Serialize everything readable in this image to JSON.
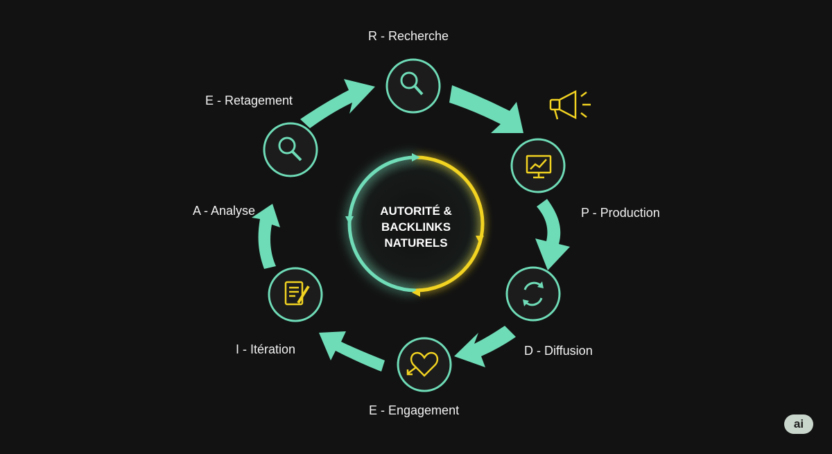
{
  "diagram": {
    "center_title": [
      "AUTORITÉ &",
      "BACKLINKS",
      "NATURELS"
    ],
    "stages": [
      {
        "label": "R - Recherche",
        "icon": "magnifier-icon"
      },
      {
        "label": "P - Production",
        "icon": "monitor-chart-icon"
      },
      {
        "label": "D - Diffusion",
        "icon": "refresh-cycle-icon"
      },
      {
        "label": "E - Engagement",
        "icon": "heart-arrow-icon"
      },
      {
        "label": "I - Itération",
        "icon": "document-pen-icon"
      },
      {
        "label": "A - Analyse",
        "icon": "magnifier-icon"
      },
      {
        "label": "E - Retagement",
        "icon": ""
      }
    ],
    "extra_icon": "megaphone-icon"
  },
  "colors": {
    "background": "#121212",
    "teal": "#6fdcb8",
    "yellow": "#f2d321",
    "node_fill": "#1c1c1c",
    "text": "#f2f2f2"
  },
  "badge": {
    "label": "ai"
  }
}
